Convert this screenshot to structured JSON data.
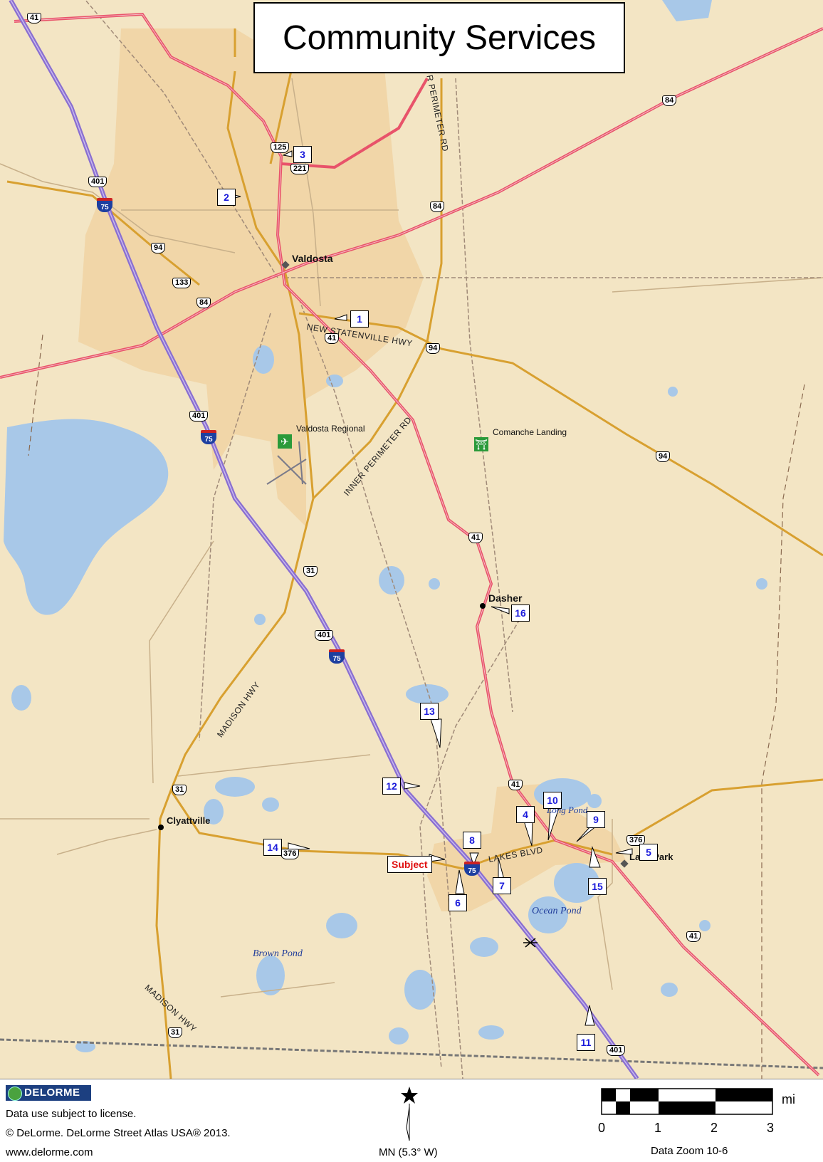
{
  "title": "Community Services",
  "places": {
    "valdosta": "Valdosta",
    "dasher": "Dasher",
    "clyattville": "Clyattville",
    "lake_park": "Lake Park",
    "valdosta_regional": "Valdosta Regional",
    "comanche_landing": "Comanche Landing"
  },
  "water": {
    "ocean_pond": "Ocean Pond",
    "brown_pond": "Brown Pond",
    "long_pond": "Long Pond"
  },
  "roads": {
    "new_statenville": "NEW STATENVILLE HWY",
    "inner_perimeter": "INNER PERIMETER RD",
    "perimeter_top": "R PERIMETER RD",
    "madison_hwy": "MADISON HWY",
    "lakes_blvd": "LAKES BLVD"
  },
  "shields": [
    "41",
    "125",
    "221",
    "401",
    "94",
    "133",
    "84",
    "84",
    "84",
    "41",
    "94",
    "401",
    "94",
    "41",
    "31",
    "401",
    "41",
    "376",
    "31",
    "376",
    "41",
    "31",
    "401"
  ],
  "interstate": "75",
  "markers": [
    "1",
    "2",
    "3",
    "4",
    "5",
    "6",
    "7",
    "8",
    "9",
    "10",
    "11",
    "12",
    "13",
    "14",
    "15",
    "16"
  ],
  "subject": "Subject",
  "icons": {
    "airport": "airport-icon",
    "poi": "picnic-area-icon"
  },
  "colors": {
    "land": "#f3e5c4",
    "urban": "#f0d4a3",
    "water": "#a8c8e8",
    "us_highway": "#e8536a",
    "interstate": "#8a6fd0",
    "state_road": "#d8a030"
  },
  "footer": {
    "brand": "DELORME",
    "license": "Data use subject to license.",
    "copyright": "© DeLorme. DeLorme Street Atlas USA® 2013.",
    "website": "www.delorme.com",
    "north": "MN (5.3° W)",
    "scale_unit": "mi",
    "scale_ticks": [
      "0",
      "1",
      "2",
      "3"
    ],
    "zoom": "Data Zoom 10-6"
  }
}
